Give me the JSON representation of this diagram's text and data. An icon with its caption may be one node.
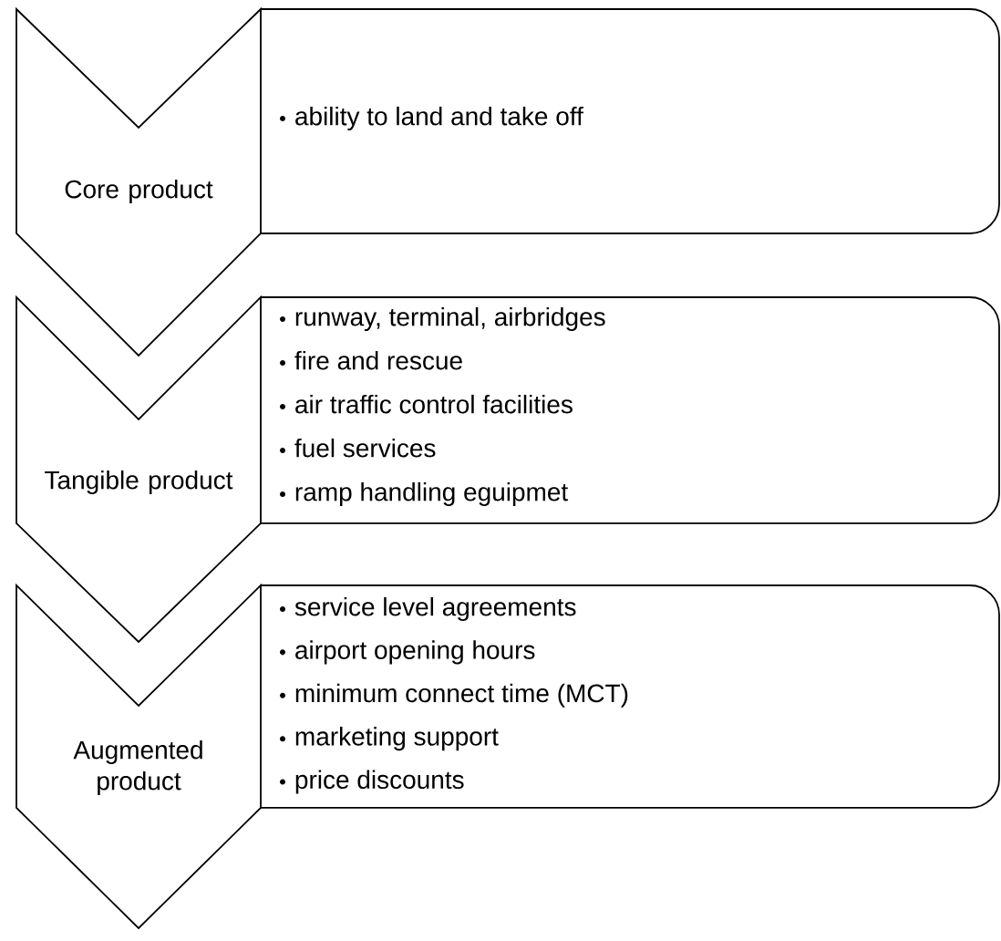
{
  "diagram": {
    "nodes": [
      {
        "text": [
          "Core product"
        ]
      },
      {
        "text": [
          "ability to land and take off"
        ]
      },
      {
        "text": [
          "Tangible product"
        ]
      },
      {
        "text": [
          "runway, terminal, airbridges",
          "fire and rescue",
          "air traffic control facilities",
          "fuel services",
          "ramp handling eguipmet"
        ]
      },
      {
        "text": [
          "Augmented product"
        ]
      },
      {
        "text": [
          "service level agreements",
          "airport opening hours",
          "minimum connect time (MCT)",
          "marketing support",
          "price discounts"
        ]
      }
    ]
  }
}
